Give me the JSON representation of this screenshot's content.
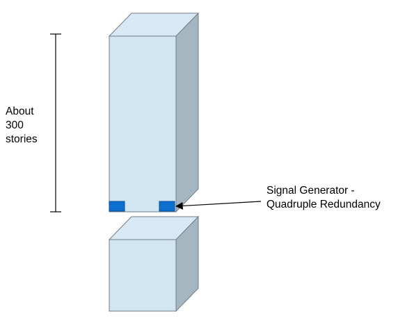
{
  "height_label": {
    "lines": [
      "About",
      "300",
      "stories"
    ]
  },
  "callout": {
    "lines": [
      "Signal Generator -",
      "Quadruple Redundancy"
    ]
  },
  "colors": {
    "face_front": "#d2e5f2",
    "face_top": "#d8e8f4",
    "face_side": "#a5b6c1",
    "edge": "#6f7d88",
    "generator": "#0d6fd0",
    "generator_edge": "#0a4e96",
    "line": "#000000"
  }
}
